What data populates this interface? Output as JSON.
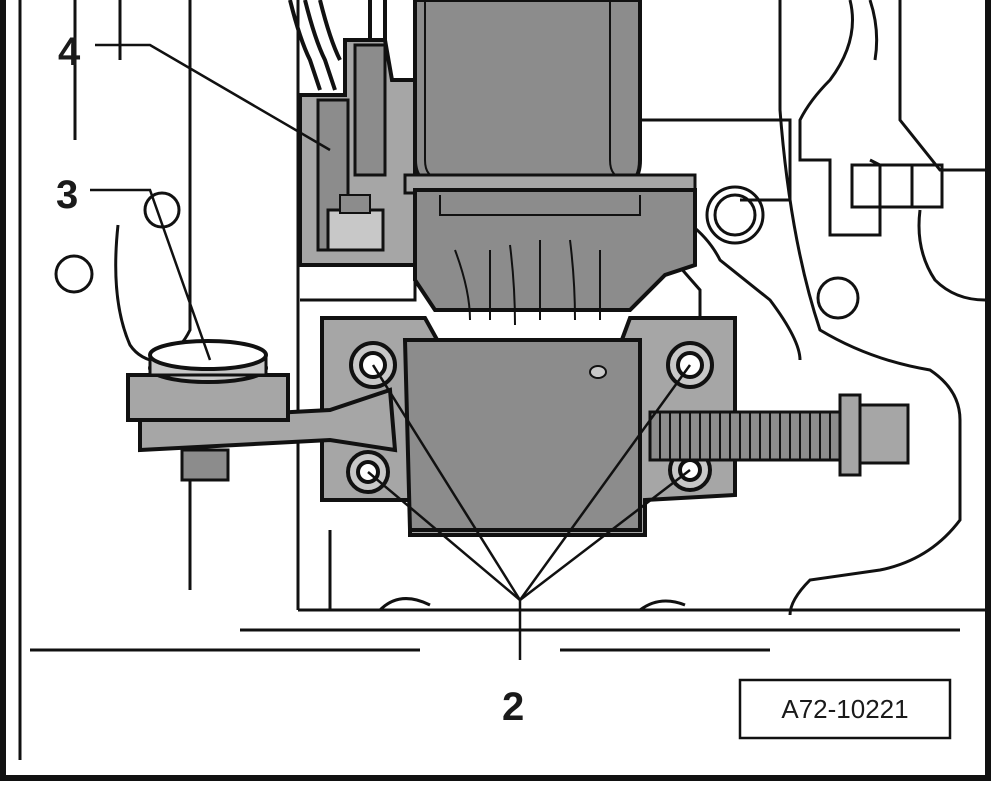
{
  "callouts": {
    "part_2": "2",
    "part_3": "3",
    "part_4": "4"
  },
  "figure_id": "A72-10221",
  "colors": {
    "line": "#111111",
    "metal_dark": "#8c8c8c",
    "metal_mid": "#a6a6a6",
    "metal_light": "#c8c8c8",
    "background": "#ffffff"
  }
}
